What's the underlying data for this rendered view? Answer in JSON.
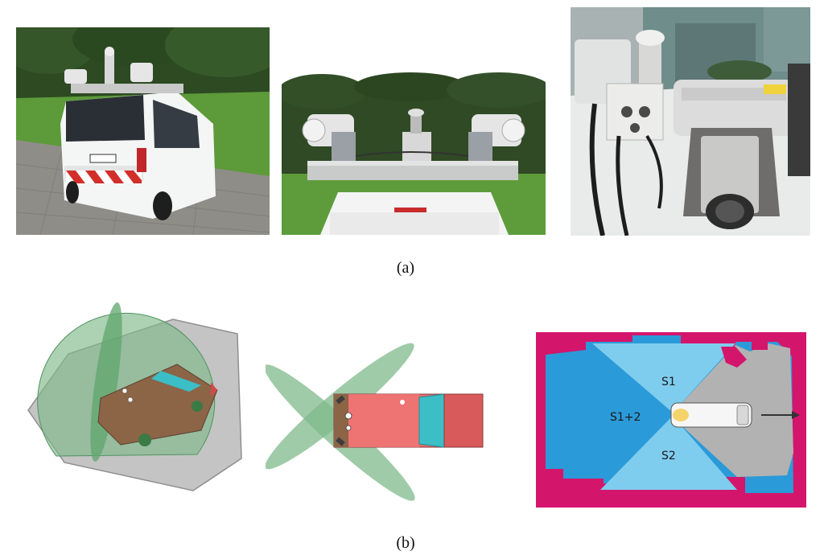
{
  "figure": {
    "caption_a": "(a)",
    "caption_b": "(b)",
    "sensor_map": {
      "label_s1": "S1",
      "label_s1_plus_s2": "S1+2",
      "label_s2": "S2"
    },
    "colors": {
      "green_scan": "#7fb98b",
      "vehicle_brown": "#8c6446",
      "vehicle_red": "#e66d6d",
      "vehicle_cyan": "#3bbec6",
      "gray_area": "#c4c4c4",
      "map_blue_dark": "#2b9ad8",
      "map_blue_light": "#7fcdee",
      "map_gray": "#b2b2b2",
      "map_magenta": "#d4156c"
    }
  }
}
